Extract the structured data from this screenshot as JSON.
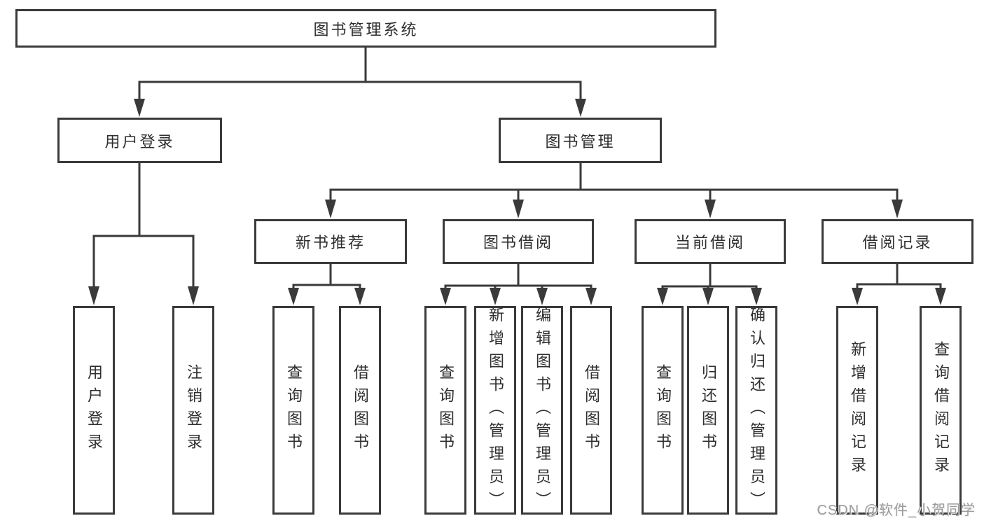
{
  "tree": {
    "root": "图书管理系统",
    "user_login": "用户登录",
    "book_management": "图书管理",
    "new_book_recommend": "新书推荐",
    "book_borrow": "图书借阅",
    "current_borrow": "当前借阅",
    "borrow_records": "借阅记录",
    "leaves": {
      "user_login_leaf": "用户登录",
      "logout": "注销登录",
      "nb_query_books": "查询图书",
      "nb_borrow_books": "借阅图书",
      "bb_query_books": "查询图书",
      "bb_add_books_admin": "新增图书（管理员）",
      "bb_edit_books_admin": "编辑图书（管理员）",
      "bb_borrow_books": "借阅图书",
      "cb_query_books": "查询图书",
      "cb_return_books": "归还图书",
      "cb_confirm_return_admin": "确认归还（管理员）",
      "br_add_record": "新增借阅记录",
      "br_query_record": "查询借阅记录"
    }
  },
  "watermark": "CSDN @软件_小贺同学",
  "colors": {
    "line": "#3a3a3a",
    "text": "#2e2e2e",
    "watermark": "#9c9c9c",
    "background": "#ffffff"
  }
}
